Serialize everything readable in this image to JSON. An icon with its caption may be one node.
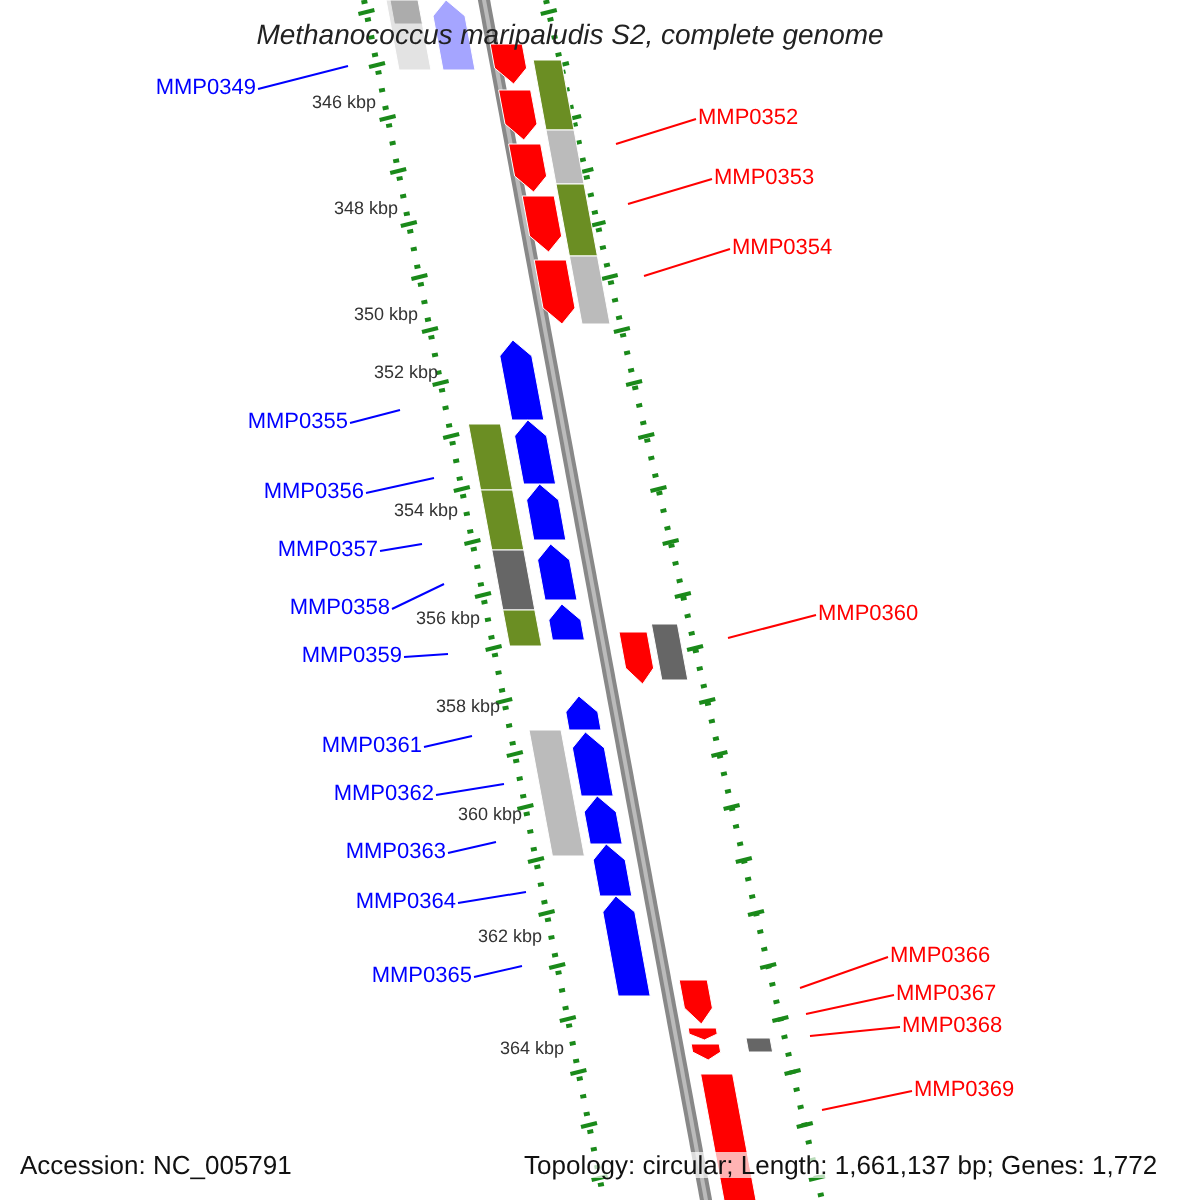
{
  "diagram": {
    "title": "Methanococcus maripaludis S2, complete genome",
    "nodes": [
      {
        "text": [
          "MMP0349"
        ]
      },
      {
        "text": [
          "MMP0352"
        ]
      },
      {
        "text": [
          "MMP0353"
        ]
      },
      {
        "text": [
          "MMP0354"
        ]
      },
      {
        "text": [
          "MMP0355"
        ]
      },
      {
        "text": [
          "MMP0356"
        ]
      },
      {
        "text": [
          "MMP0357"
        ]
      },
      {
        "text": [
          "MMP0358"
        ]
      },
      {
        "text": [
          "MMP0359"
        ]
      },
      {
        "text": [
          "MMP0360"
        ]
      },
      {
        "text": [
          "MMP0361"
        ]
      },
      {
        "text": [
          "MMP0362"
        ]
      },
      {
        "text": [
          "MMP0363"
        ]
      },
      {
        "text": [
          "MMP0364"
        ]
      },
      {
        "text": [
          "MMP0365"
        ]
      },
      {
        "text": [
          "MMP0366"
        ]
      },
      {
        "text": [
          "MMP0367"
        ]
      },
      {
        "text": [
          "MMP0368"
        ]
      },
      {
        "text": [
          "MMP0369"
        ]
      }
    ],
    "edges": [
      {
        "from": 0,
        "to": null,
        "arrow": "none"
      },
      {
        "from": 1,
        "to": null,
        "arrow": "none",
        "color": "#ff0000"
      },
      {
        "from": 2,
        "to": null,
        "arrow": "none",
        "color": "#ff0000"
      },
      {
        "from": 3,
        "to": null,
        "arrow": "none",
        "color": "#ff0000"
      },
      {
        "from": 4,
        "to": null,
        "arrow": "none"
      },
      {
        "from": 5,
        "to": null,
        "arrow": "none"
      },
      {
        "from": 6,
        "to": null,
        "arrow": "none"
      },
      {
        "from": 7,
        "to": null,
        "arrow": "none"
      },
      {
        "from": 8,
        "to": null,
        "arrow": "none"
      },
      {
        "from": 9,
        "to": null,
        "arrow": "none",
        "color": "#ff0000"
      },
      {
        "from": 10,
        "to": null,
        "arrow": "none"
      },
      {
        "from": 11,
        "to": null,
        "arrow": "none"
      },
      {
        "from": 12,
        "to": null,
        "arrow": "none"
      },
      {
        "from": 13,
        "to": null,
        "arrow": "none"
      },
      {
        "from": 14,
        "to": null,
        "arrow": "none"
      },
      {
        "from": 15,
        "to": null,
        "arrow": "none",
        "color": "#ff0000"
      },
      {
        "from": 16,
        "to": null,
        "arrow": "none",
        "color": "#ff0000"
      },
      {
        "from": 17,
        "to": null,
        "arrow": "none",
        "color": "#ff0000"
      },
      {
        "from": 18,
        "to": null,
        "arrow": "none",
        "color": "#ff0000"
      }
    ],
    "labels": [
      "346 kbp",
      "348 kbp",
      "350 kbp",
      "352 kbp",
      "354 kbp",
      "356 kbp",
      "358 kbp",
      "360 kbp",
      "362 kbp",
      "364 kbp",
      "Accession: NC_005791",
      "Topology: circular; Length: 1,661,137 bp; Genes: 1,772"
    ]
  }
}
